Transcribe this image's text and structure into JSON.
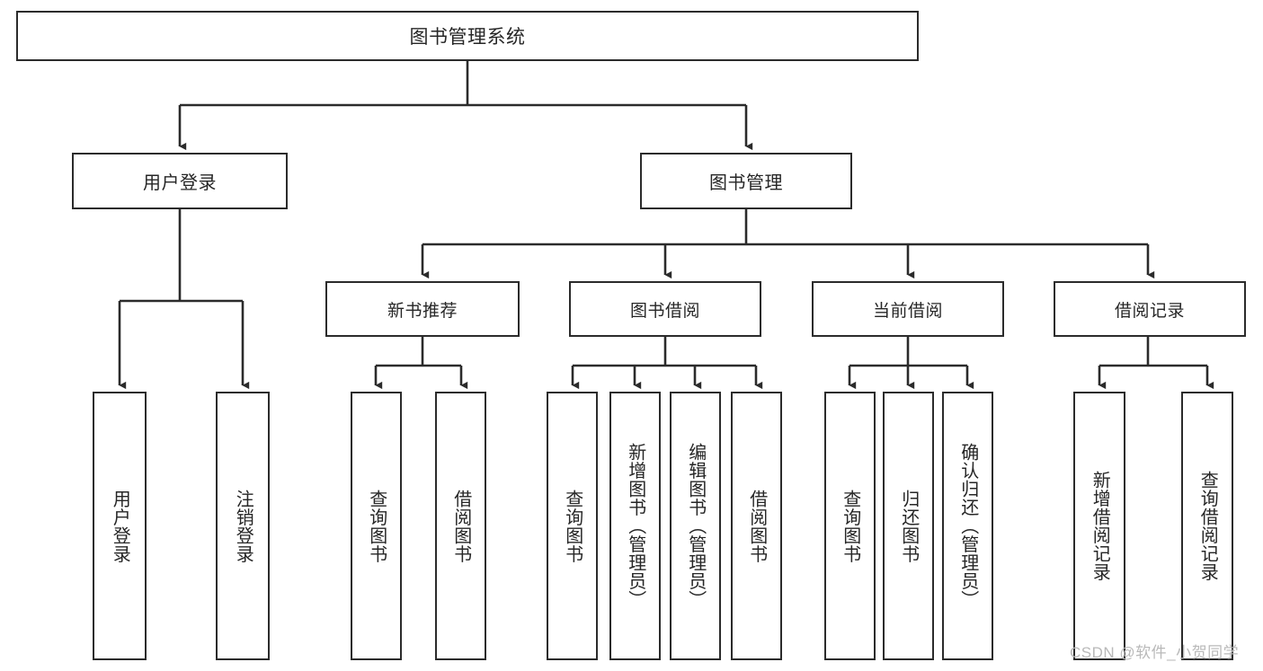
{
  "diagram": {
    "title": "图书管理系统",
    "type": "tree",
    "root": {
      "label": "图书管理系统"
    },
    "level1": [
      {
        "label": "用户登录"
      },
      {
        "label": "图书管理"
      }
    ],
    "level2": [
      {
        "label": "新书推荐"
      },
      {
        "label": "图书借阅"
      },
      {
        "label": "当前借阅"
      },
      {
        "label": "借阅记录"
      }
    ],
    "leaves": {
      "user_login": [
        {
          "label": "用户登录"
        },
        {
          "label": "注销登录"
        }
      ],
      "new_book_recommend": [
        {
          "label": "查询图书"
        },
        {
          "label": "借阅图书"
        }
      ],
      "book_borrow": [
        {
          "label": "查询图书"
        },
        {
          "label": "新增图书（管理员）"
        },
        {
          "label": "编辑图书（管理员）"
        },
        {
          "label": "借阅图书"
        }
      ],
      "current_borrow": [
        {
          "label": "查询图书"
        },
        {
          "label": "归还图书"
        },
        {
          "label": "确认归还（管理员）"
        }
      ],
      "borrow_record": [
        {
          "label": "新增借阅记录"
        },
        {
          "label": "查询借阅记录"
        }
      ]
    }
  },
  "watermark": {
    "text": "CSDN @软件_小贺同学"
  },
  "colors": {
    "stroke": "#2b2b2b",
    "text": "#262626",
    "background": "#ffffff",
    "watermark": "#b9b9b9"
  }
}
